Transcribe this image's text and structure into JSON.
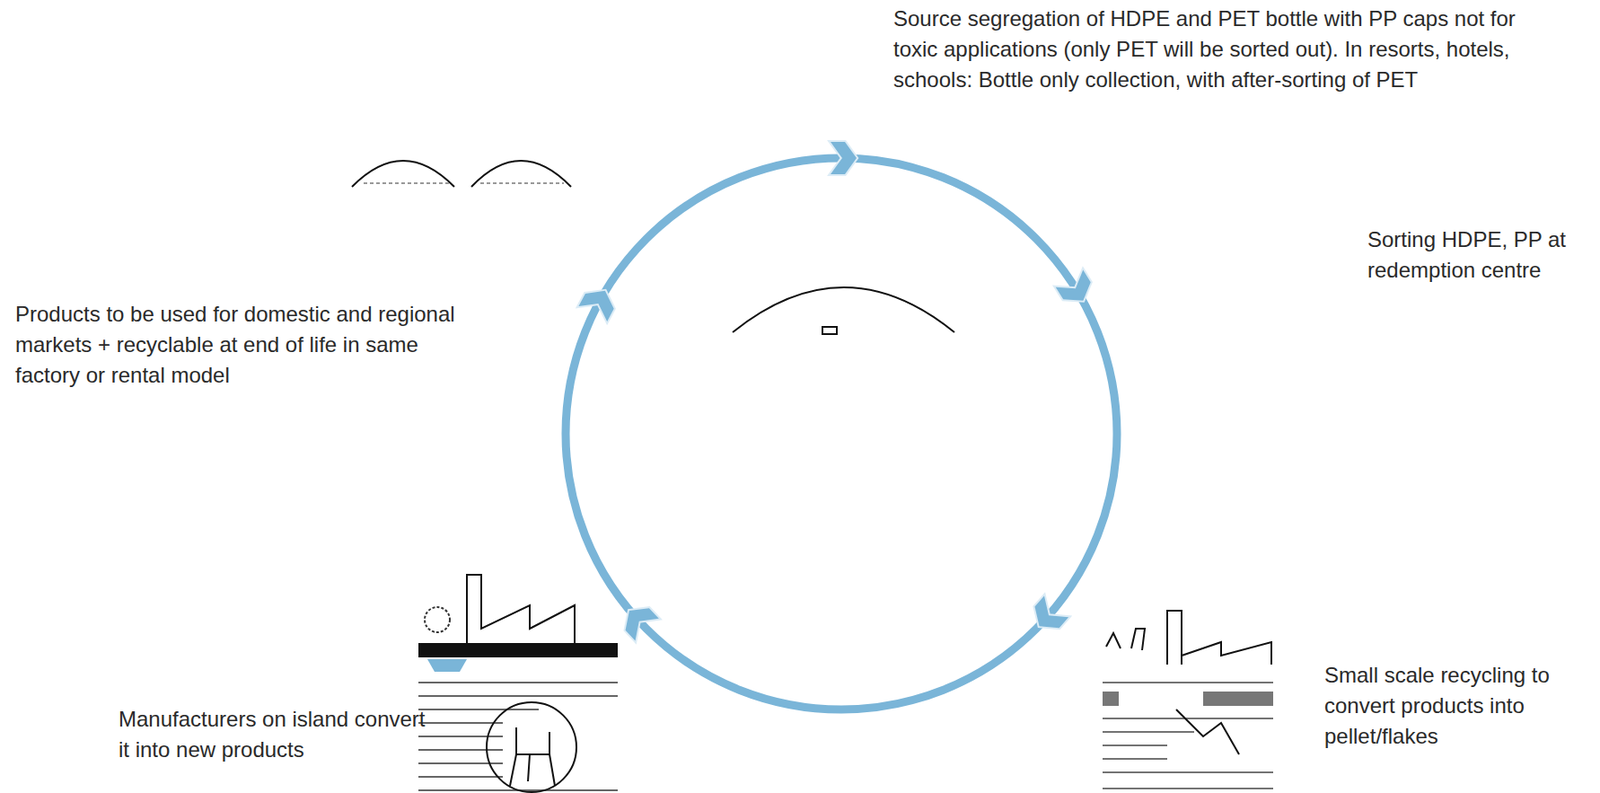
{
  "diagram": {
    "labels": [
      "Source segregation of HDPE and PET bottle with PP caps not for toxic applications (only PET will be sorted out). In resorts, hotels, schools: Bottle only collection, with after-sorting of PET",
      "Sorting HDPE, PP at redemption centre",
      "Products to be used for domestic and regional markets + recyclable at end of life in same factory or rental model",
      "Small scale recycling to convert products into pellet/flakes",
      "Manufacturers on island convert it into new products"
    ]
  }
}
